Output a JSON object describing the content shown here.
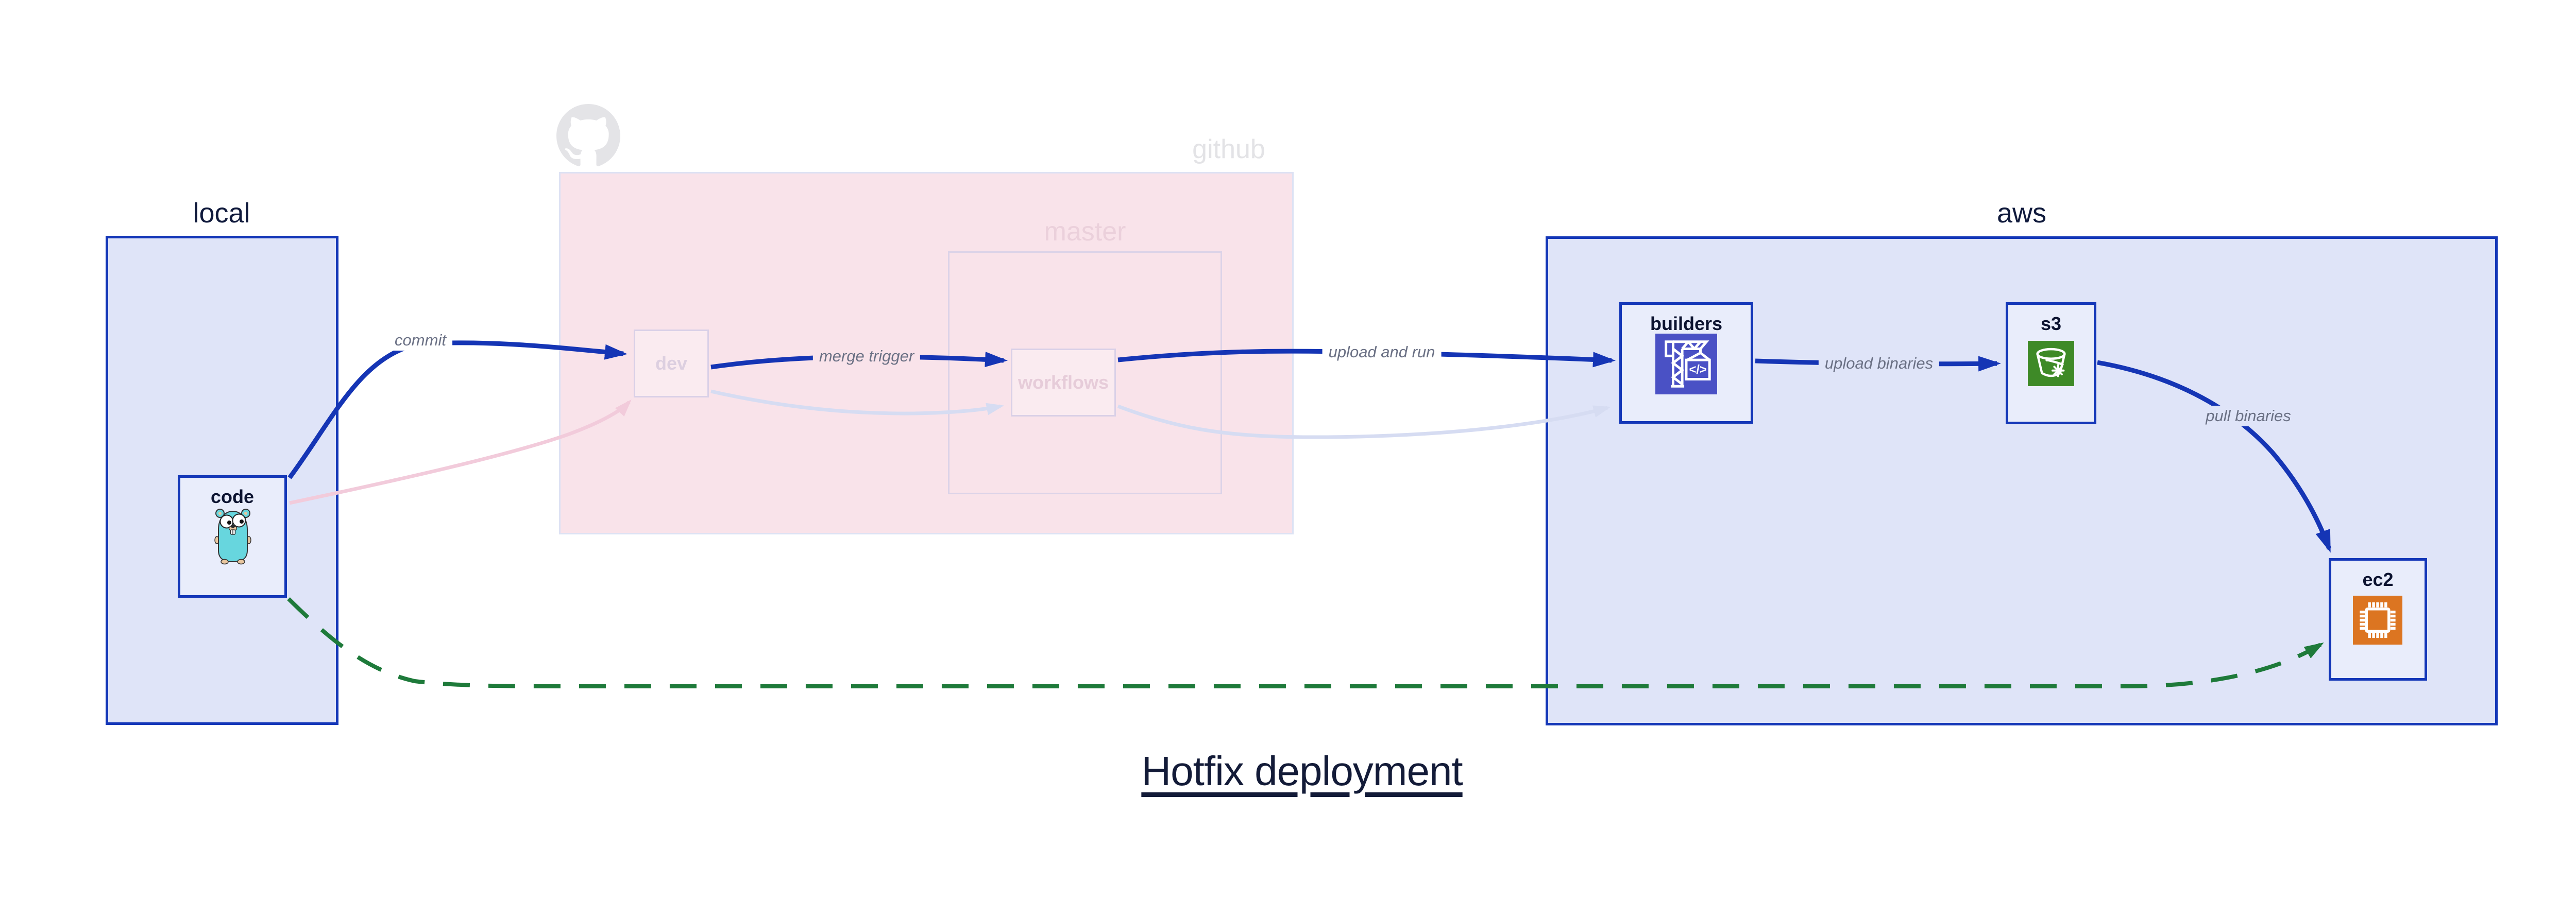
{
  "title": "Hotfix deployment",
  "local": {
    "label": "local",
    "code": {
      "label": "code",
      "icon": "gopher-icon"
    }
  },
  "github": {
    "label": "github",
    "logo": "github-logo-icon",
    "master": {
      "label": "master"
    },
    "dev": {
      "label": "dev"
    },
    "workflows": {
      "label": "workflows"
    }
  },
  "aws": {
    "label": "aws",
    "builders": {
      "label": "builders",
      "icon": "codebuild-crane-icon"
    },
    "s3": {
      "label": "s3",
      "icon": "s3-glacier-bucket-icon"
    },
    "ec2": {
      "label": "ec2",
      "icon": "ec2-chip-icon"
    }
  },
  "edges": {
    "commit": {
      "label": "commit",
      "style": "solid-blue",
      "from": "code",
      "to": "dev"
    },
    "merge_trigger": {
      "label": "merge trigger",
      "style": "solid-blue",
      "from": "dev",
      "to": "workflows"
    },
    "upload_and_run": {
      "label": "upload and run",
      "style": "solid-blue",
      "from": "workflows",
      "to": "builders"
    },
    "upload_binaries": {
      "label": "upload binaries",
      "style": "solid-blue",
      "from": "builders",
      "to": "s3"
    },
    "pull_binaries": {
      "label": "pull binaries",
      "style": "solid-blue",
      "from": "s3",
      "to": "ec2"
    },
    "hotfix_direct": {
      "style": "dashed-green",
      "from": "code",
      "to": "ec2"
    },
    "faded_code_to_dev": {
      "style": "faded-pink",
      "from": "code",
      "to": "dev"
    },
    "faded_dev_to_workflows": {
      "style": "faded-lavender",
      "from": "dev",
      "to": "workflows"
    },
    "faded_workflows_to_builders": {
      "style": "faded-lavender",
      "from": "workflows",
      "to": "builders"
    }
  },
  "colors": {
    "arrow_blue": "#1535b5",
    "arrow_green": "#1e7a3a",
    "arrow_faded_pink": "#f2cbdb",
    "arrow_faded_lavender": "#d6dcf2",
    "group_fill": "#dfe4f8",
    "group_border": "#1437b8",
    "node_fill": "#e9edfb",
    "github_fill": "#f9e3ea",
    "codebuild_icon_bg": "#4a51c5",
    "s3_icon_bg": "#3e8a27",
    "ec2_icon_bg": "#dc7521",
    "gopher_teal": "#67d6de",
    "faded_text_pink": "#e8cdd9",
    "faded_text_gray": "#e3e3e6"
  }
}
